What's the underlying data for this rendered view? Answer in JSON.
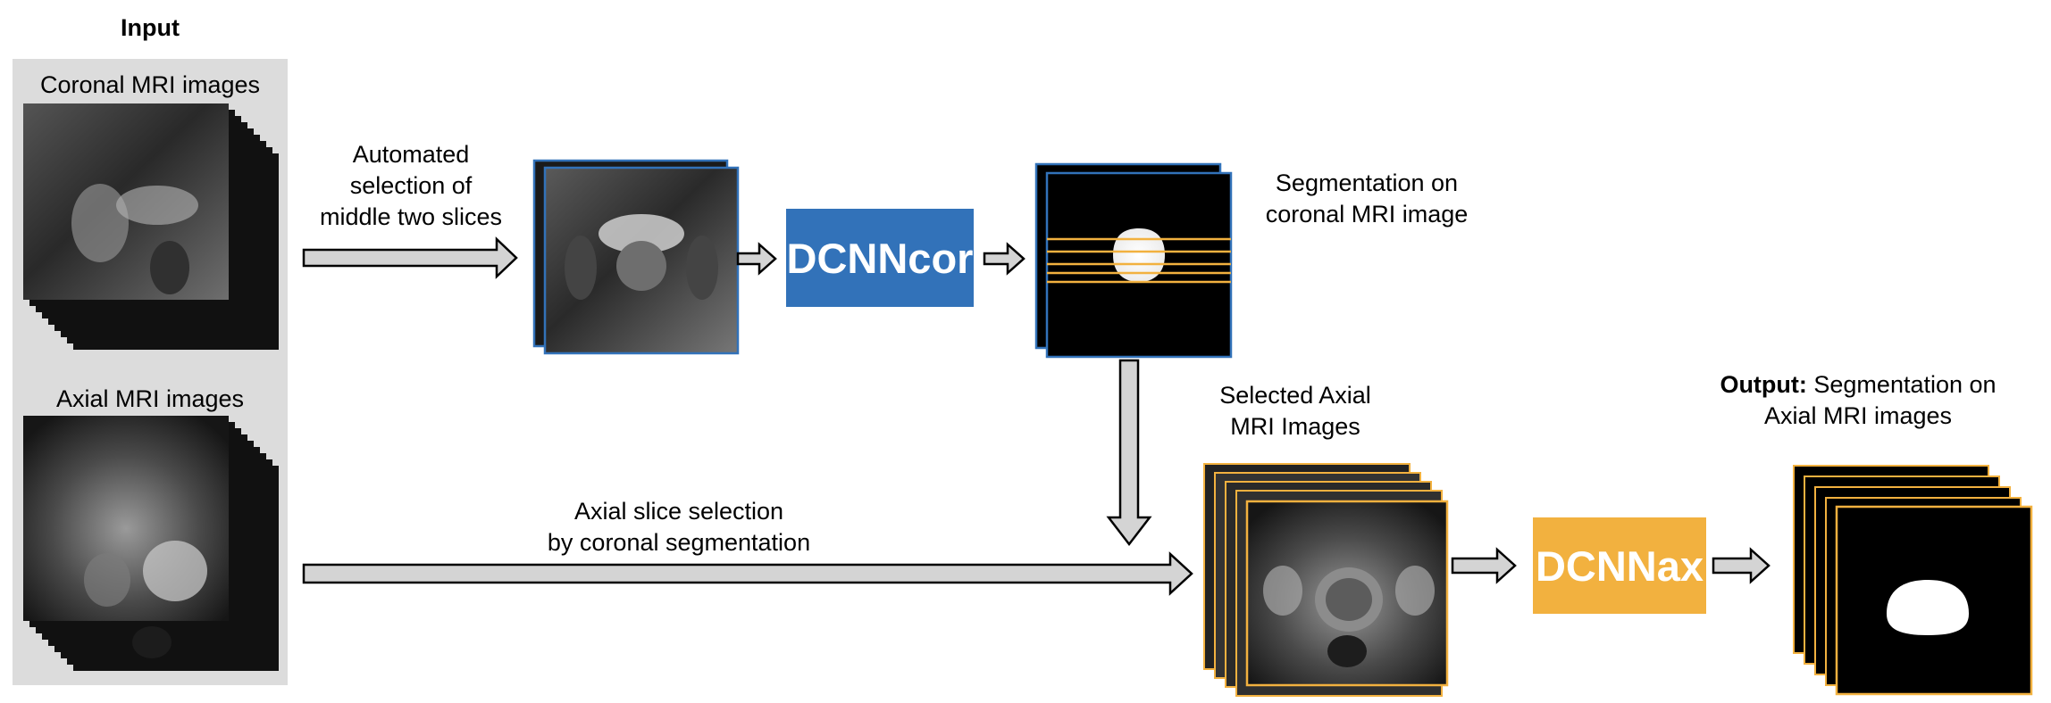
{
  "input_title": "Input",
  "coronal_label": "Coronal MRI images",
  "axial_label": "Axial MRI images",
  "step1_label": [
    "Automated",
    "selection of",
    "middle two slices"
  ],
  "coronal_dcnn": "DCNNcor",
  "coronal_seg_label": [
    "Segmentation on",
    "coronal MRI image"
  ],
  "axial_selection_label": [
    "Axial slice selection",
    "by coronal segmentation"
  ],
  "selected_axial_label": [
    "Selected Axial",
    "MRI Images"
  ],
  "axial_dcnn": "DCNNax",
  "output_bold": "Output:",
  "output_rest": " Segmentation on",
  "output_line2": "Axial MRI images",
  "colors": {
    "coronal_blue": "#3272b9",
    "axial_orange": "#f2b13f",
    "panel_gray": "#dcdcdc",
    "arrow_fill": "#d4d4d4",
    "seg_line": "#f2b13f"
  }
}
